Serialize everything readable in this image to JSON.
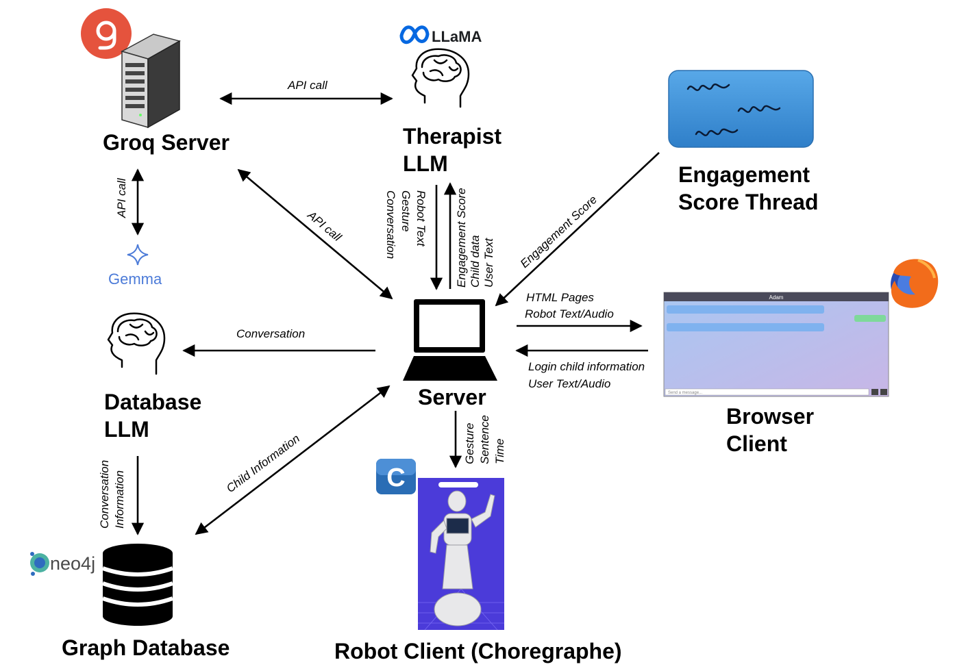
{
  "nodes": {
    "groq_server": {
      "label": "Groq Server",
      "logo_glyph": "g",
      "logo_color": "#e5533d"
    },
    "therapist_llm": {
      "label_lines": [
        "Therapist",
        "LLM"
      ],
      "logo_text": "LLaMA",
      "logo_color": "#0668e1"
    },
    "engagement_thread": {
      "label_lines": [
        "Engagement",
        "Score Thread"
      ],
      "panel_color": "#3a8fd6"
    },
    "gemma": {
      "logo_text": "Gemma",
      "logo_color": "#4c7bd8"
    },
    "database_llm": {
      "label_lines": [
        "Database",
        "LLM"
      ]
    },
    "server": {
      "label": "Server"
    },
    "browser_client": {
      "label_lines": [
        "Browser",
        "Client"
      ],
      "screenshot_title": "Adam",
      "screenshot_placeholder": "Send a message..."
    },
    "robot_client": {
      "label": "Robot Client (Choregraphe)",
      "logo_glyph": "C",
      "logo_color": "#2a6db5",
      "bg_color": "#4b3bd9"
    },
    "graph_database": {
      "label": "Graph Database",
      "logo_text": "neo4j"
    }
  },
  "edges": {
    "groq_therapist": "API call",
    "groq_gemma": "API call",
    "groq_server_link": "API call",
    "therapist_to_server": [
      "Robot Text",
      "Gesture",
      "Conversation"
    ],
    "server_to_therapist": [
      "Engagement Score",
      "Child data",
      "User Text"
    ],
    "engagement_to_server": "Engagement Score",
    "server_to_browser": [
      "HTML Pages",
      "Robot Text/Audio"
    ],
    "browser_to_server": [
      "Login child information",
      "User Text/Audio"
    ],
    "server_to_dbllm": "Conversation",
    "server_to_robot": [
      "Gesture",
      "Sentence",
      "Time"
    ],
    "dbllm_to_graph": [
      "Conversation",
      "Information"
    ],
    "graph_server": "Child Information"
  }
}
